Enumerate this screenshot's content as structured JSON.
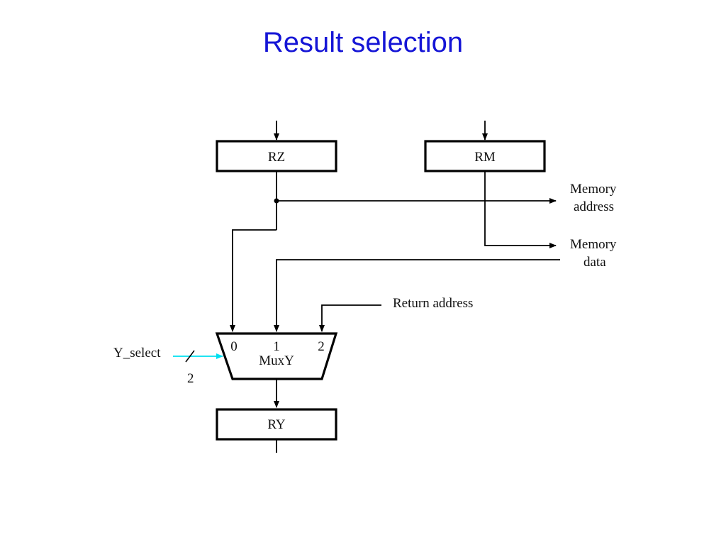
{
  "title": "Result selection",
  "diagram": {
    "registers": {
      "rz": "RZ",
      "rm": "RM",
      "ry": "RY"
    },
    "mux": {
      "name": "MuxY",
      "input_0": "0",
      "input_1": "1",
      "input_2": "2"
    },
    "outputs": {
      "memory_address_line1": "Memory",
      "memory_address_line2": "address",
      "memory_data_line1": "Memory",
      "memory_data_line2": "data"
    },
    "inputs": {
      "return_address": "Return address",
      "y_select": "Y_select",
      "y_select_width": "2"
    },
    "colors": {
      "title": "#1515d6",
      "select_line": "#00e0f0"
    }
  }
}
